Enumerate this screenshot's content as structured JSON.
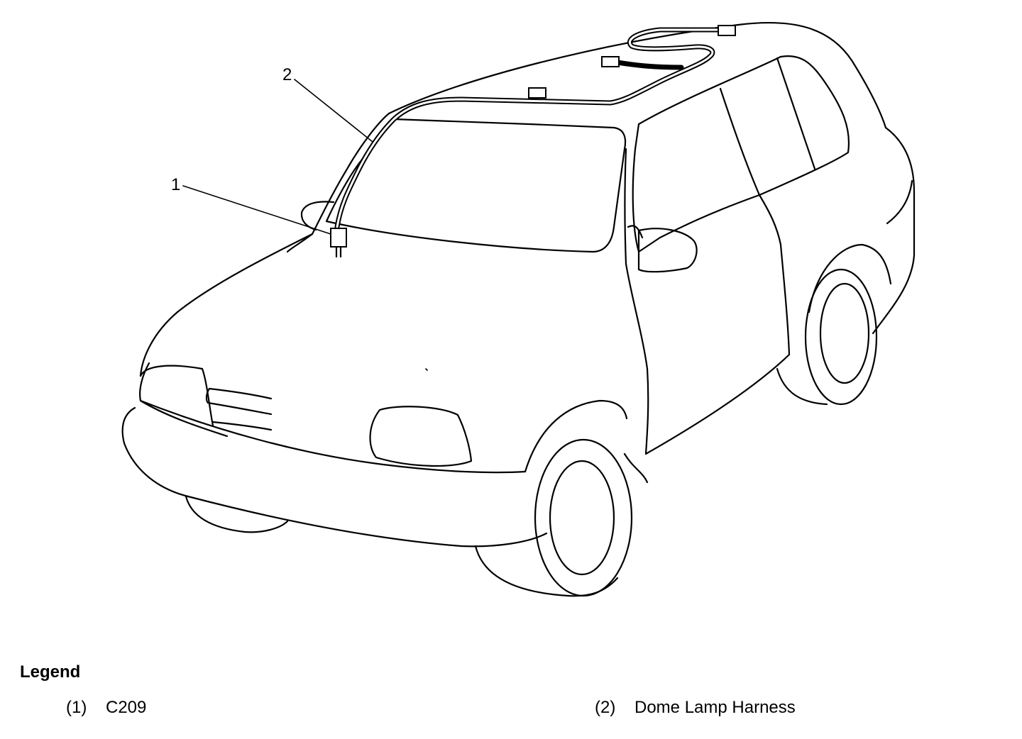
{
  "diagram": {
    "callouts": [
      {
        "id": "1",
        "label": "1"
      },
      {
        "id": "2",
        "label": "2"
      }
    ]
  },
  "legend": {
    "title": "Legend",
    "items": [
      {
        "number": "(1)",
        "label": "C209"
      },
      {
        "number": "(2)",
        "label": "Dome Lamp Harness"
      }
    ]
  }
}
